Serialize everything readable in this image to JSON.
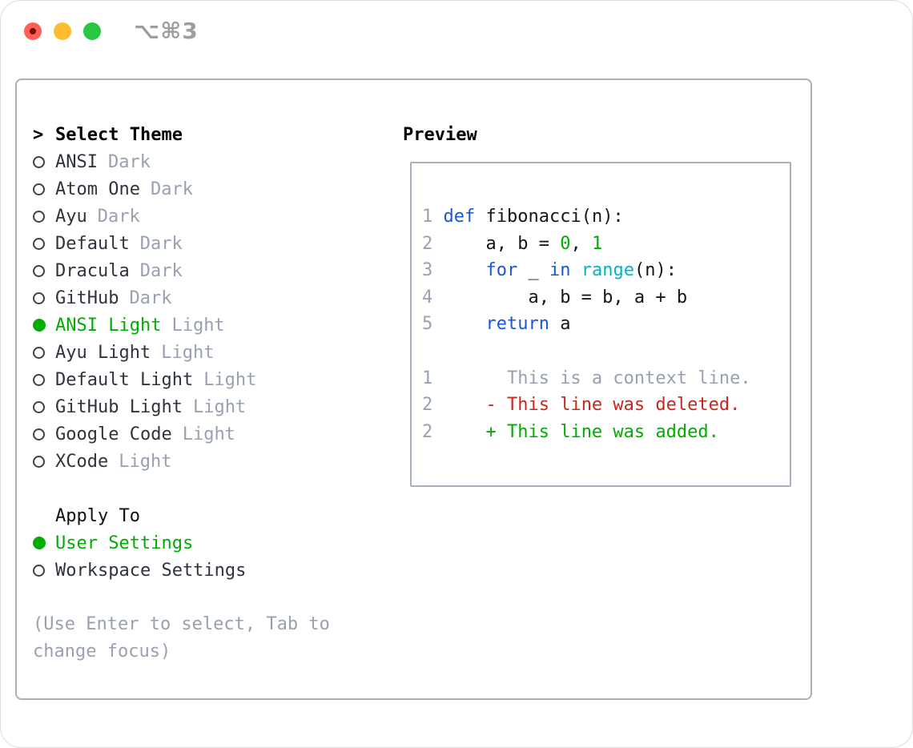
{
  "window": {
    "title": "⌥⌘3"
  },
  "traffic_lights": {
    "close": "close",
    "minimize": "minimize",
    "zoom": "zoom"
  },
  "palette": {
    "green": "#00ad00",
    "keyword_blue": "#1b55db",
    "builtin_cyan": "#00b5c9",
    "deleted_red": "#c9261d",
    "dim_gray": "#98a1b0",
    "text_dark": "#2e343d",
    "border_gray": "#a9b1bc",
    "traffic_red": "#ff5f57",
    "traffic_yellow": "#febc2e",
    "traffic_green": "#28c840"
  },
  "theme_list": {
    "prompt": ">",
    "header": "Select Theme",
    "items": [
      {
        "name": "ANSI",
        "variant": "Dark",
        "selected": false
      },
      {
        "name": "Atom One",
        "variant": "Dark",
        "selected": false
      },
      {
        "name": "Ayu",
        "variant": "Dark",
        "selected": false
      },
      {
        "name": "Default",
        "variant": "Dark",
        "selected": false
      },
      {
        "name": "Dracula",
        "variant": "Dark",
        "selected": false
      },
      {
        "name": "GitHub",
        "variant": "Dark",
        "selected": false
      },
      {
        "name": "ANSI Light",
        "variant": "Light",
        "selected": true
      },
      {
        "name": "Ayu Light",
        "variant": "Light",
        "selected": false
      },
      {
        "name": "Default Light",
        "variant": "Light",
        "selected": false
      },
      {
        "name": "GitHub Light",
        "variant": "Light",
        "selected": false
      },
      {
        "name": "Google Code",
        "variant": "Light",
        "selected": false
      },
      {
        "name": "XCode",
        "variant": "Light",
        "selected": false
      }
    ]
  },
  "apply_to": {
    "label": "Apply To",
    "options": [
      {
        "label": "User Settings",
        "selected": true
      },
      {
        "label": "Workspace Settings",
        "selected": false
      }
    ]
  },
  "help_text": "(Use Enter to select, Tab to change focus)",
  "preview": {
    "label": "Preview",
    "lines": [
      [
        {
          "t": "1 ",
          "c": "lineno"
        },
        {
          "t": "def",
          "c": "kw"
        },
        {
          "t": " fibonacci(n):",
          "c": "fg"
        }
      ],
      [
        {
          "t": "2 ",
          "c": "lineno"
        },
        {
          "t": "    a, b = ",
          "c": "fg"
        },
        {
          "t": "0",
          "c": "num"
        },
        {
          "t": ", ",
          "c": "fg"
        },
        {
          "t": "1",
          "c": "num"
        }
      ],
      [
        {
          "t": "3 ",
          "c": "lineno"
        },
        {
          "t": "    ",
          "c": "fg"
        },
        {
          "t": "for",
          "c": "kw"
        },
        {
          "t": " _ ",
          "c": "fg"
        },
        {
          "t": "in",
          "c": "kw"
        },
        {
          "t": " ",
          "c": "fg"
        },
        {
          "t": "range",
          "c": "builtin"
        },
        {
          "t": "(n):",
          "c": "fg"
        }
      ],
      [
        {
          "t": "4 ",
          "c": "lineno"
        },
        {
          "t": "        a, b = b, a + b",
          "c": "fg"
        }
      ],
      [
        {
          "t": "5 ",
          "c": "lineno"
        },
        {
          "t": "    ",
          "c": "fg"
        },
        {
          "t": "return",
          "c": "kw"
        },
        {
          "t": " a",
          "c": "fg"
        }
      ],
      [],
      [
        {
          "t": "1",
          "c": "lineno"
        },
        {
          "t": "       This is a context line.",
          "c": "ctx"
        }
      ],
      [
        {
          "t": "2",
          "c": "lineno"
        },
        {
          "t": "     ",
          "c": "fg"
        },
        {
          "t": "- This line was deleted.",
          "c": "del"
        }
      ],
      [
        {
          "t": "2",
          "c": "lineno"
        },
        {
          "t": "     ",
          "c": "fg"
        },
        {
          "t": "+ This line was added.",
          "c": "add"
        }
      ]
    ]
  }
}
